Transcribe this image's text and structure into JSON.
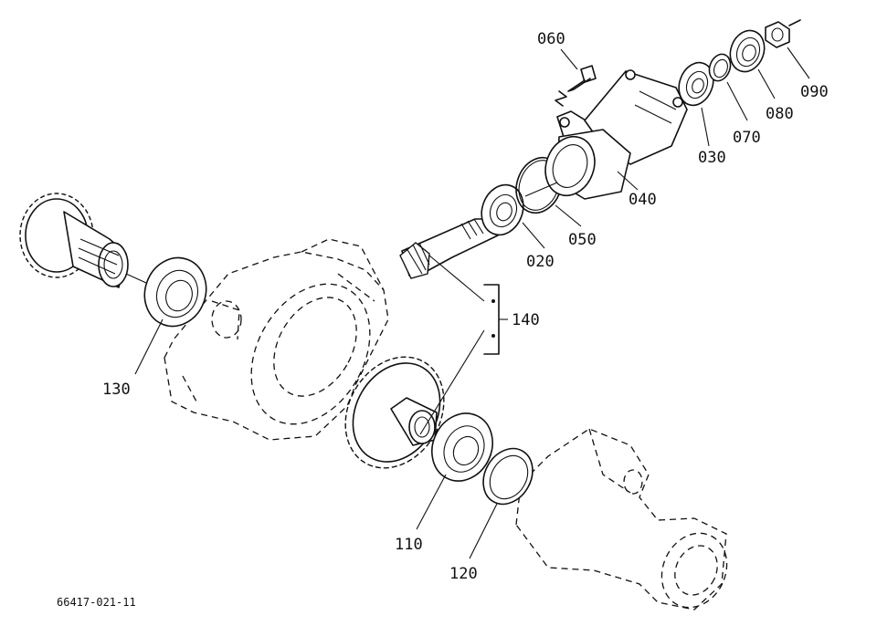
{
  "diagram": {
    "drawing_code": "66417-021-11",
    "parts": [
      {
        "id": "020",
        "label": "020"
      },
      {
        "id": "030",
        "label": "030"
      },
      {
        "id": "040",
        "label": "040"
      },
      {
        "id": "050",
        "label": "050"
      },
      {
        "id": "060",
        "label": "060"
      },
      {
        "id": "070",
        "label": "070"
      },
      {
        "id": "080",
        "label": "080"
      },
      {
        "id": "090",
        "label": "090"
      },
      {
        "id": "110",
        "label": "110"
      },
      {
        "id": "120",
        "label": "120"
      },
      {
        "id": "130",
        "label": "130"
      },
      {
        "id": "140",
        "label": "140"
      }
    ]
  }
}
